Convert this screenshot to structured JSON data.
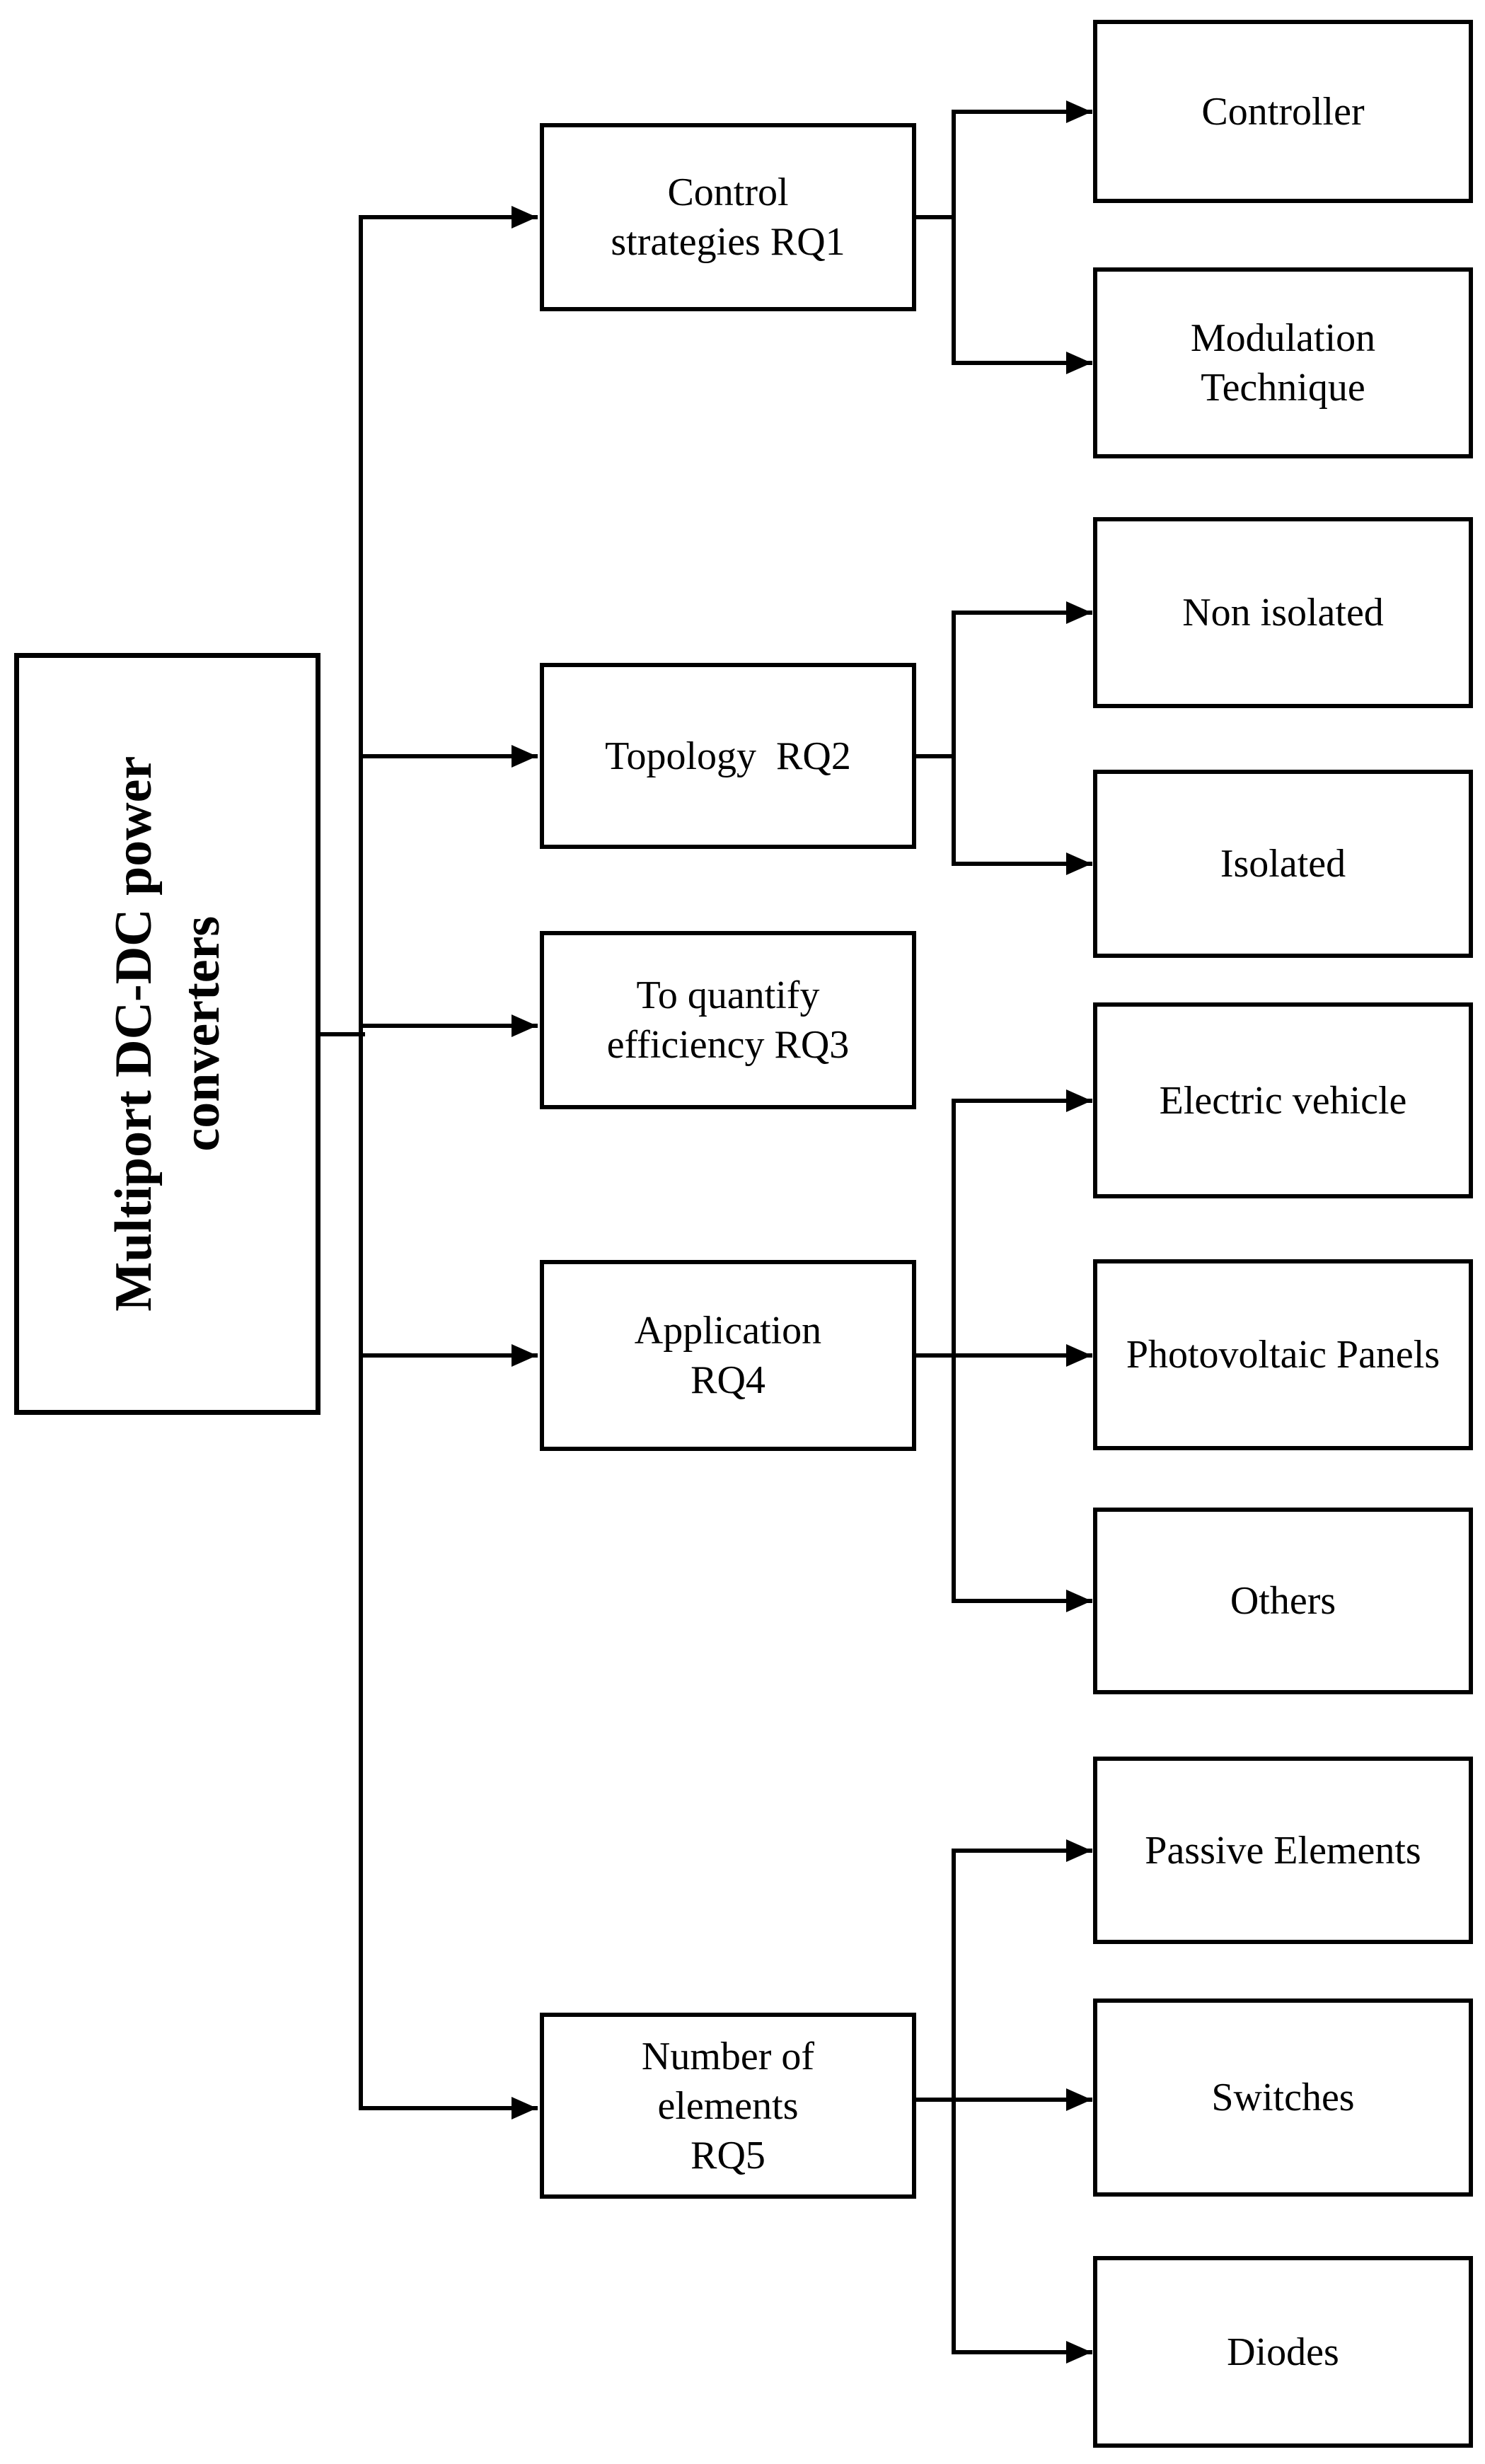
{
  "diagram": {
    "title": "Multiport DC-DC power converters classification flowchart",
    "colors": {
      "background": "#ffffff",
      "line": "#000000",
      "box_border": "#000000",
      "text": "#000000"
    },
    "root": {
      "label": "Multiport DC-DC power\nconverters"
    },
    "branches": [
      {
        "id": "rq1",
        "label": "Control\nstrategies RQ1",
        "children": [
          "Controller",
          "Modulation\nTechnique"
        ]
      },
      {
        "id": "rq2",
        "label": "Topology  RQ2",
        "children": [
          "Non isolated",
          "Isolated"
        ]
      },
      {
        "id": "rq3",
        "label": "To quantify\nefficiency RQ3",
        "children": []
      },
      {
        "id": "rq4",
        "label": "Application\nRQ4",
        "children": [
          "Electric vehicle",
          "Photovoltaic Panels",
          "Others"
        ]
      },
      {
        "id": "rq5",
        "label": "Number of\nelements\nRQ5",
        "children": [
          "Passive Elements",
          "Switches",
          "Diodes"
        ]
      }
    ]
  }
}
